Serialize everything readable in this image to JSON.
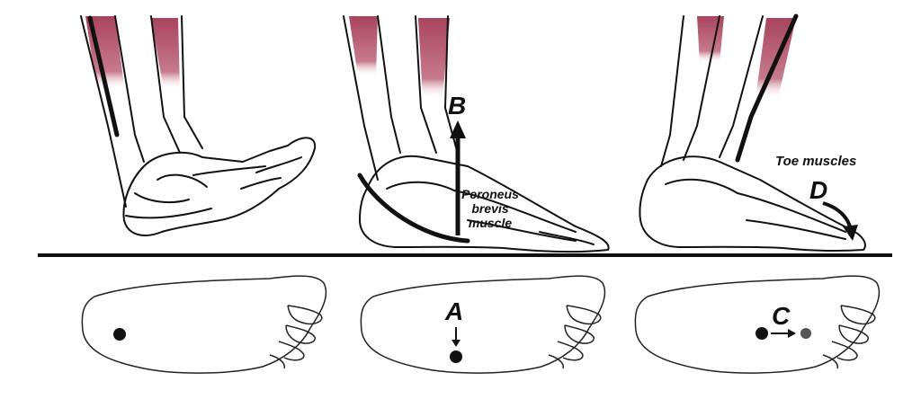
{
  "labels": {
    "B": "B",
    "peroneus": [
      "Peroneus",
      "brevis",
      "muscle"
    ],
    "toe_muscles": "Toe muscles",
    "D": "D",
    "A": "A",
    "C": "C"
  },
  "colors": {
    "muscle": "#b9657a",
    "line": "#111111",
    "dot": "#111111",
    "dot_shifted": "#555555"
  }
}
